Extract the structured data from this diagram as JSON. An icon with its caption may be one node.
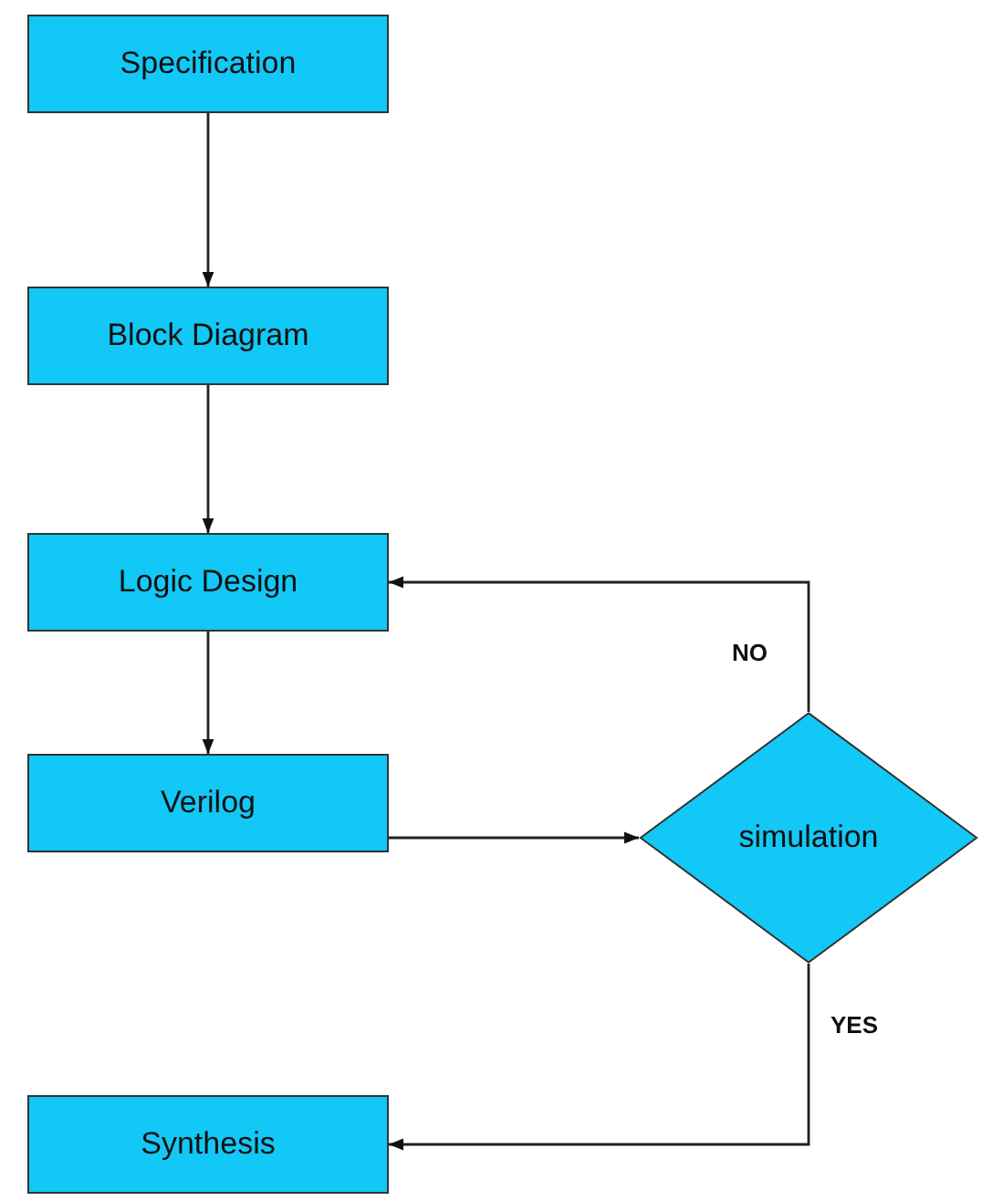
{
  "diagram": {
    "nodes": [
      {
        "text": [
          "Specification"
        ]
      },
      {
        "text": [
          "Block Diagram"
        ]
      },
      {
        "text": [
          "Logic Design"
        ]
      },
      {
        "text": [
          "Verilog"
        ]
      },
      {
        "text": [
          "simulation"
        ]
      },
      {
        "text": [
          "Synthesis"
        ]
      }
    ],
    "edges": [
      {
        "from": 0,
        "to": 1,
        "arrow": "to"
      },
      {
        "from": 1,
        "to": 2,
        "arrow": "to"
      },
      {
        "from": 2,
        "to": 3,
        "arrow": "to"
      },
      {
        "from": 3,
        "to": 4,
        "arrow": "to"
      },
      {
        "from": 4,
        "to": 2,
        "arrow": "to",
        "label": "NO"
      },
      {
        "from": 4,
        "to": 5,
        "arrow": "to",
        "label": "YES"
      }
    ]
  }
}
